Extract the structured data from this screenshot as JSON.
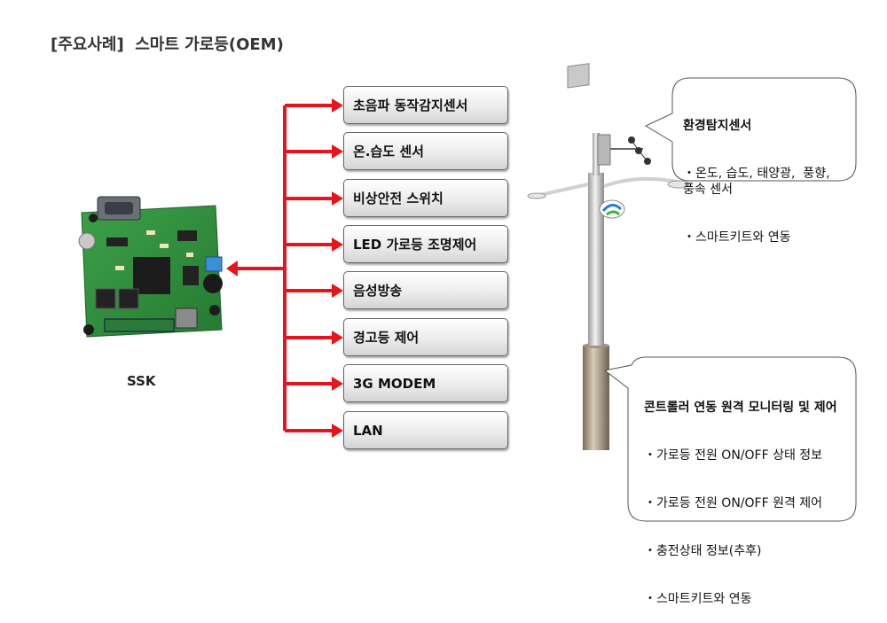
{
  "title": "[주요사례]  스마트 가로등(OEM)",
  "board": {
    "label": "SSK"
  },
  "functions": [
    "초음파 동작감지센서",
    "온.습도 센서",
    "비상안전 스위치",
    "LED 가로등 조명제어",
    "음성방송",
    "경고등 제어",
    "3G MODEM",
    "LAN"
  ],
  "callout_sensor": {
    "heading": "환경탐지센서",
    "lines": [
      "・온도, 습도, 태양광,  풍향,    풍속 센서",
      "・스마트키트와 연동"
    ]
  },
  "callout_controller": {
    "heading": "콘트롤러 연동 원격 모니터링 및 제어",
    "lines": [
      "・가로등 전원 ON/OFF 상태 정보",
      "・가로등 전원 ON/OFF 원격 제어",
      "・충전상태 정보(추후)",
      "・스마트키트와 연동"
    ]
  },
  "colors": {
    "arrow": "#e8141b",
    "pcb": "#2f8a3a",
    "pole": "#c8c8c8"
  }
}
